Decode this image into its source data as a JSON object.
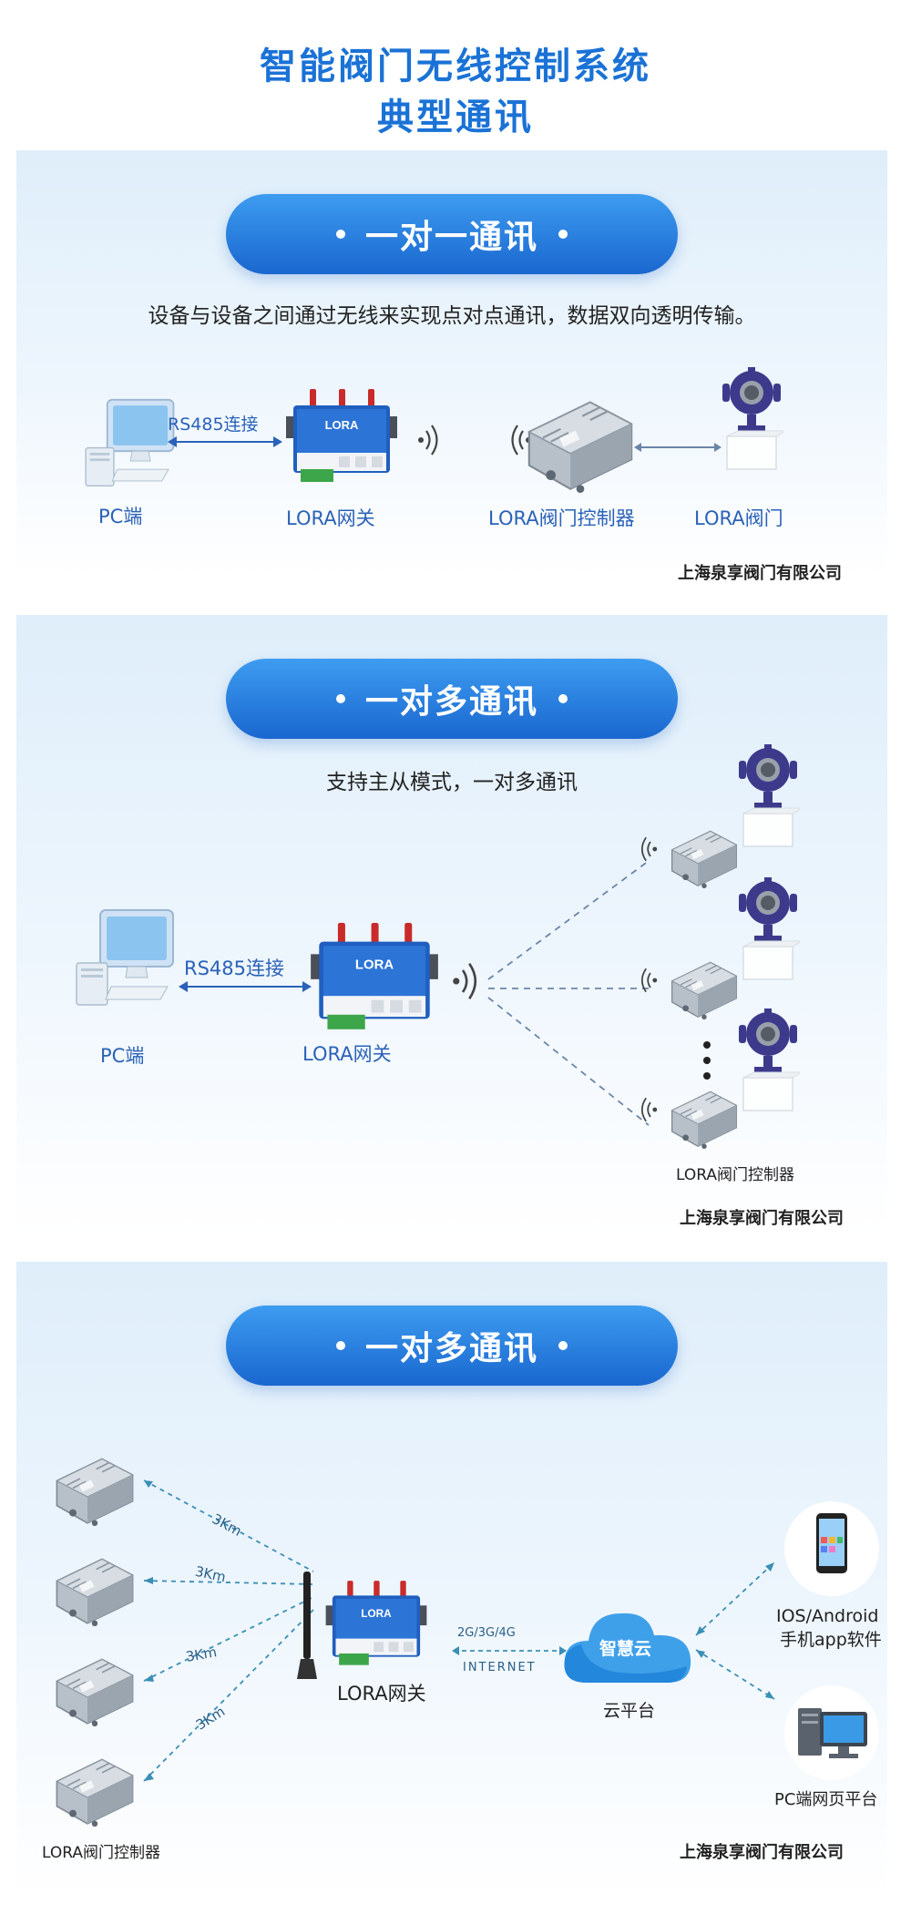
{
  "header": {
    "line1": "智能阀门无线控制系统",
    "line2": "典型通讯"
  },
  "section1": {
    "pill": "一对一通讯",
    "subtitle": "设备与设备之间通过无线来实现点对点通讯，数据双向透明传输。",
    "pc_label": "PC端",
    "rs485_label": "RS485连接",
    "gateway_label": "LORA网关",
    "controller_label": "LORA阀门控制器",
    "valve_label": "LORA阀门",
    "company": "上海泉享阀门有限公司"
  },
  "section2": {
    "pill": "一对多通讯",
    "subtitle": "支持主从模式，一对多通讯",
    "pc_label": "PC端",
    "rs485_label": "RS485连接",
    "gateway_label": "LORA网关",
    "controller_label": "LORA阀门控制器",
    "company": "上海泉享阀门有限公司"
  },
  "section3": {
    "pill": "一对多通讯",
    "distance_labels": [
      "3Km",
      "3Km",
      "3Km",
      "3Km"
    ],
    "gateway_label": "LORA网关",
    "network_top": "2G/3G/4G",
    "network_bottom": "INTERNET",
    "cloud_text": "智慧云",
    "cloud_label": "云平台",
    "mobile_label_1": "IOS/Android",
    "mobile_label_2": "手机app软件",
    "pc_web_label": "PC端网页平台",
    "controller_label": "LORA阀门控制器",
    "company": "上海泉享阀门有限公司"
  },
  "gateway_device": {
    "name": "LORA网关"
  },
  "colors": {
    "brand_blue": "#1a72d6",
    "pill_top": "#3d9cf0",
    "pill_bottom": "#1a67cf",
    "label_blue": "#2a62b8",
    "valve_purple": "#3d3a8c",
    "link_teal": "#3a8fb5"
  }
}
